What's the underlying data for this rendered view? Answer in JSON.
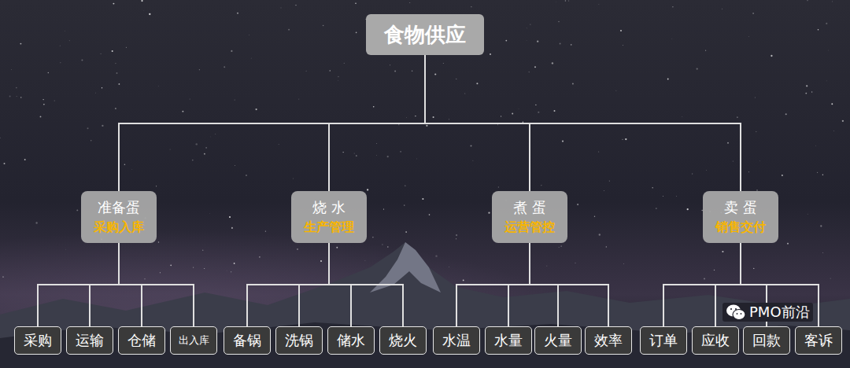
{
  "diagram": {
    "nodes": [
      {
        "text": [
          "食物供应"
        ]
      },
      {
        "text": [
          "准备蛋",
          "采购入库"
        ]
      },
      {
        "text": [
          "烧 水",
          "生产管理"
        ]
      },
      {
        "text": [
          "煮 蛋",
          "运营管控"
        ]
      },
      {
        "text": [
          "卖 蛋",
          "销售交付"
        ]
      },
      {
        "text": [
          "采购"
        ]
      },
      {
        "text": [
          "运输"
        ]
      },
      {
        "text": [
          "仓储"
        ]
      },
      {
        "text": [
          "出入库"
        ]
      },
      {
        "text": [
          "备锅"
        ]
      },
      {
        "text": [
          "洗锅"
        ]
      },
      {
        "text": [
          "储水"
        ]
      },
      {
        "text": [
          "烧火"
        ]
      },
      {
        "text": [
          "水温"
        ]
      },
      {
        "text": [
          "水量"
        ]
      },
      {
        "text": [
          "火量"
        ]
      },
      {
        "text": [
          "效率"
        ]
      },
      {
        "text": [
          "订单"
        ]
      },
      {
        "text": [
          "应收"
        ]
      },
      {
        "text": [
          "回款"
        ]
      },
      {
        "text": [
          "客诉"
        ]
      }
    ],
    "edges": [
      {
        "from": 0,
        "to": 1,
        "arrow": "none"
      },
      {
        "from": 0,
        "to": 2,
        "arrow": "none"
      },
      {
        "from": 0,
        "to": 3,
        "arrow": "none"
      },
      {
        "from": 0,
        "to": 4,
        "arrow": "none"
      },
      {
        "from": 1,
        "to": 5,
        "arrow": "none"
      },
      {
        "from": 1,
        "to": 6,
        "arrow": "none"
      },
      {
        "from": 1,
        "to": 7,
        "arrow": "none"
      },
      {
        "from": 1,
        "to": 8,
        "arrow": "none"
      },
      {
        "from": 2,
        "to": 9,
        "arrow": "none"
      },
      {
        "from": 2,
        "to": 10,
        "arrow": "none"
      },
      {
        "from": 2,
        "to": 11,
        "arrow": "none"
      },
      {
        "from": 2,
        "to": 12,
        "arrow": "none"
      },
      {
        "from": 3,
        "to": 13,
        "arrow": "none"
      },
      {
        "from": 3,
        "to": 14,
        "arrow": "none"
      },
      {
        "from": 3,
        "to": 15,
        "arrow": "none"
      },
      {
        "from": 3,
        "to": 16,
        "arrow": "none"
      },
      {
        "from": 4,
        "to": 17,
        "arrow": "none"
      },
      {
        "from": 4,
        "to": 18,
        "arrow": "none"
      },
      {
        "from": 4,
        "to": 19,
        "arrow": "none"
      },
      {
        "from": 4,
        "to": 20,
        "arrow": "none"
      }
    ],
    "labels": [
      "PMO前沿"
    ]
  }
}
